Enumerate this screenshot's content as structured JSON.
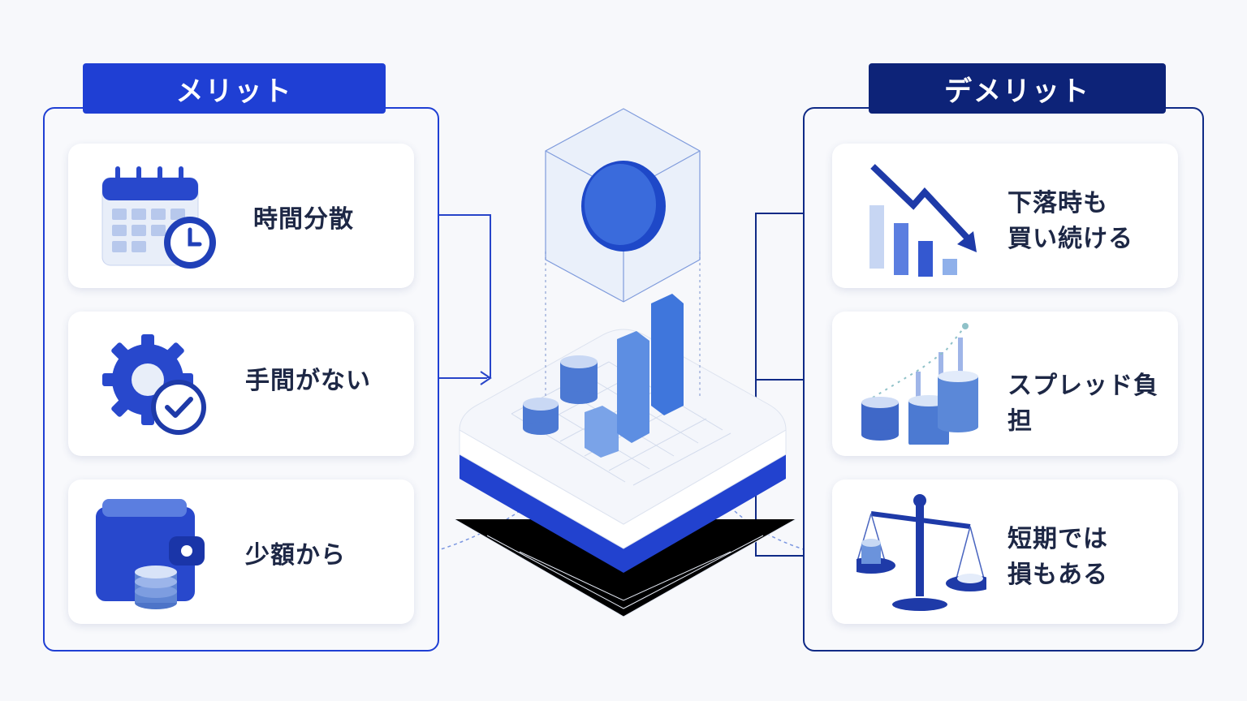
{
  "merit": {
    "title": "メリット",
    "items": [
      {
        "label": "時間分散",
        "icon": "calendar-clock-icon"
      },
      {
        "label": "手間がない",
        "icon": "gear-check-icon"
      },
      {
        "label": "少額から",
        "icon": "wallet-coins-icon"
      }
    ]
  },
  "demerit": {
    "title": "デメリット",
    "items": [
      {
        "line1": "下落時も",
        "line2": "買い続ける",
        "icon": "falling-chart-icon"
      },
      {
        "line1": "スプレッド負担",
        "icon": "coin-stack-growth-icon"
      },
      {
        "line1": "短期では",
        "line2": "損もある",
        "icon": "balance-scale-icon"
      }
    ]
  },
  "center": {
    "icon": "investment-platform-icon"
  },
  "colors": {
    "primary": "#1f3fd4",
    "dark": "#0d2378",
    "light": "#5b8de0"
  }
}
